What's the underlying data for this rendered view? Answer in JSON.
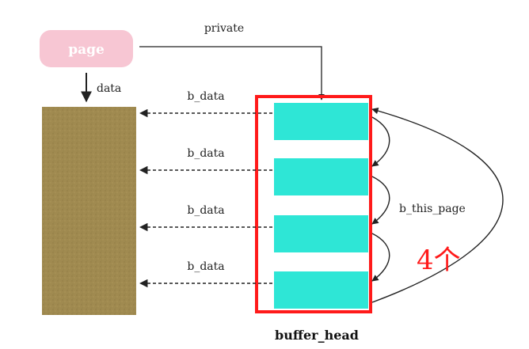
{
  "page": {
    "label": "page"
  },
  "links": {
    "private": "private",
    "data": "data",
    "b_data": [
      "b_data",
      "b_data",
      "b_data",
      "b_data"
    ],
    "b_this_page": "b_this_page"
  },
  "buffer_head": {
    "label": "buffer_head",
    "count": "4个"
  },
  "colors": {
    "page_box": "#f7c6d3",
    "data_block": "#a08a50",
    "buffer": "#2ee6d6",
    "highlight": "#ff1a1a",
    "line": "#222222"
  }
}
